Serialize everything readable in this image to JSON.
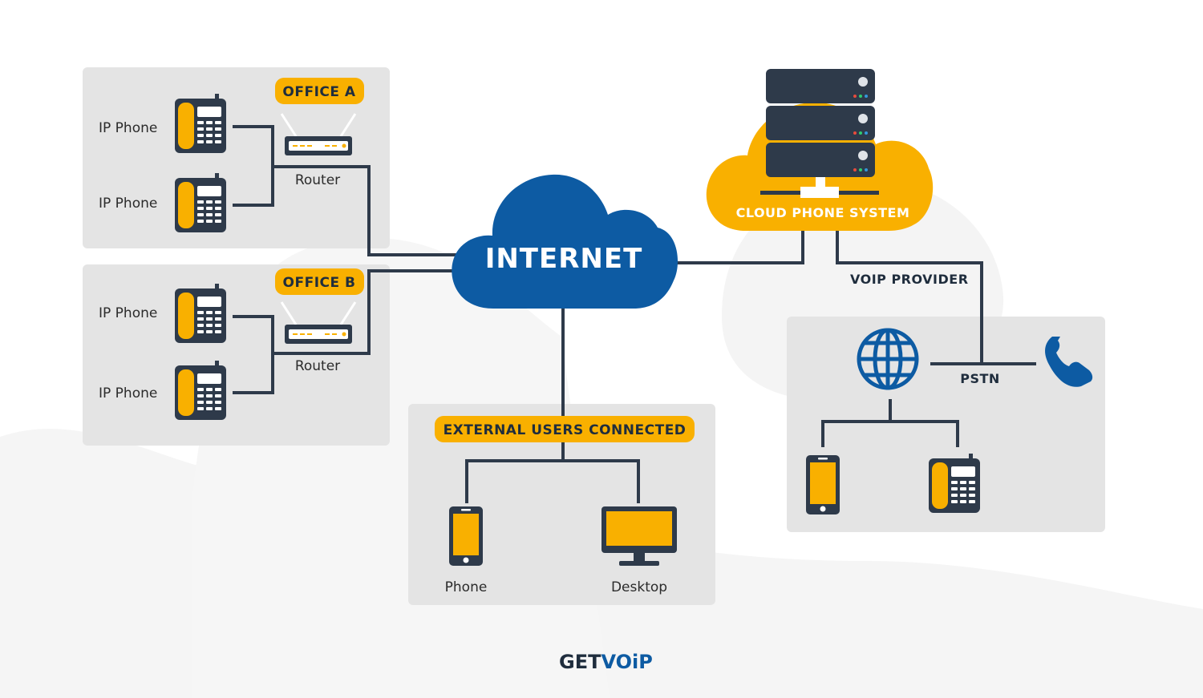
{
  "offices": [
    {
      "title": "OFFICE A",
      "router_label": "Router",
      "phones": [
        "IP Phone",
        "IP Phone"
      ]
    },
    {
      "title": "OFFICE B",
      "router_label": "Router",
      "phones": [
        "IP Phone",
        "IP Phone"
      ]
    }
  ],
  "internet": {
    "label": "INTERNET"
  },
  "cloud_system": {
    "label": "CLOUD PHONE SYSTEM"
  },
  "voip": {
    "label": "VOIP PROVIDER",
    "pstn_label": "PSTN"
  },
  "external": {
    "title": "EXTERNAL USERS CONNECTED",
    "devices": [
      "Phone",
      "Desktop"
    ]
  },
  "logo": {
    "part1": "GET",
    "part2": "VOiP"
  },
  "colors": {
    "yellow": "#f9b000",
    "blue": "#0d5ba3",
    "dark": "#2e3a4a",
    "panel": "#e4e4e4",
    "bg_shape": "#f5f5f5"
  },
  "icons": [
    "desk-phone-icon",
    "router-icon",
    "server-icon",
    "globe-icon",
    "handset-icon",
    "mobile-phone-icon",
    "desktop-monitor-icon"
  ]
}
